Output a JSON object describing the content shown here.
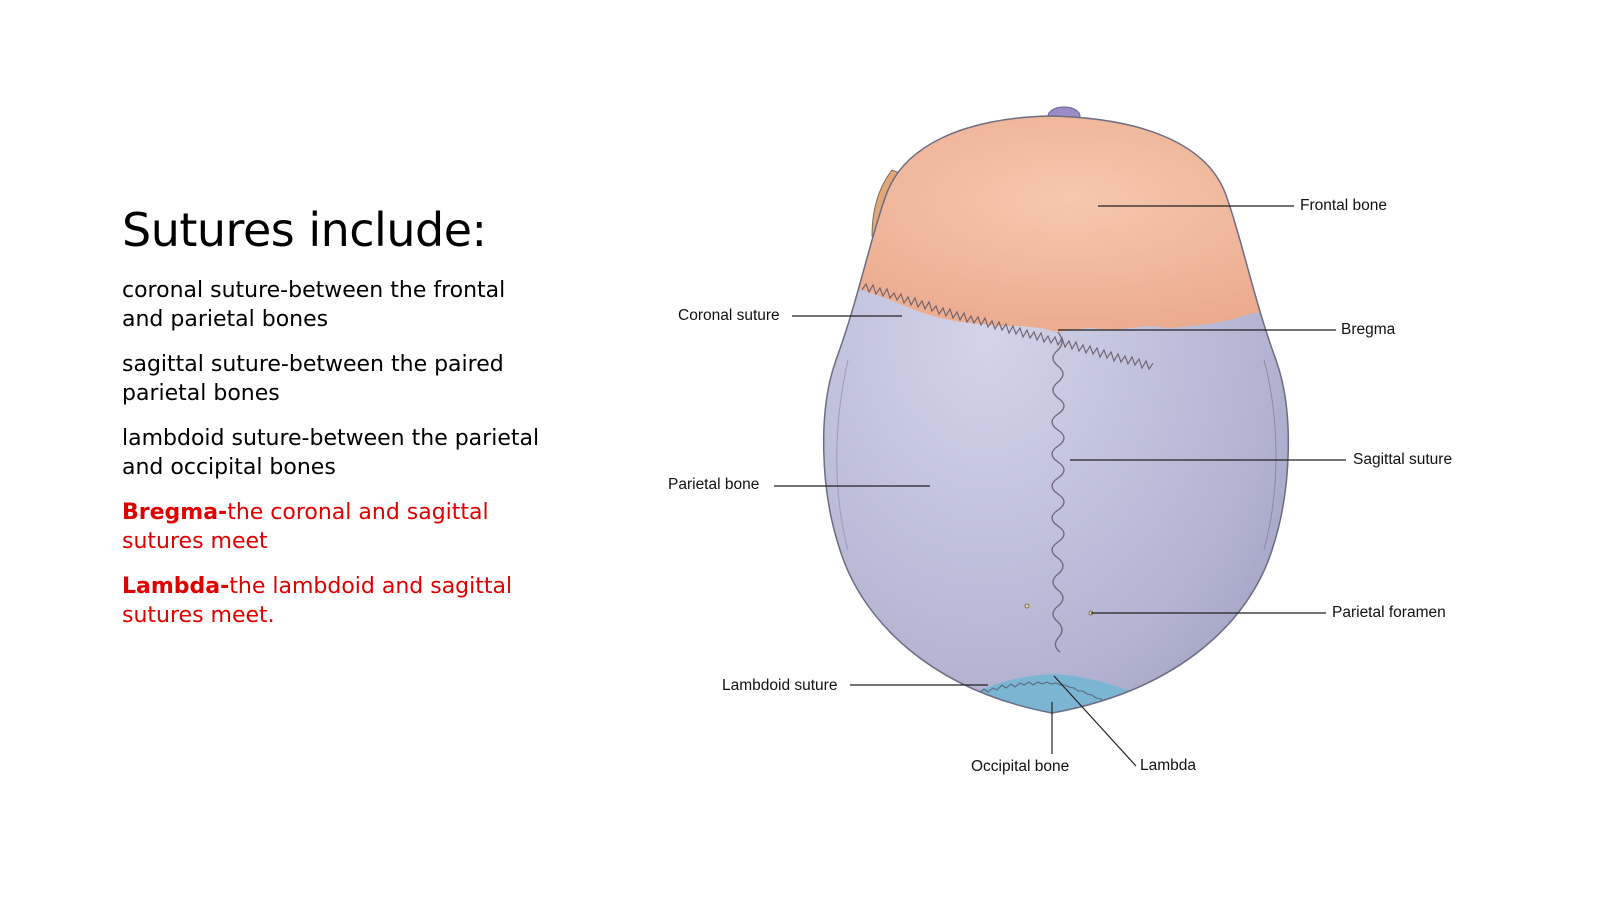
{
  "slide": {
    "title": "Sutures include:",
    "bullets": [
      {
        "term": "",
        "text": "coronal suture-between the frontal and parietal bones",
        "highlight": false
      },
      {
        "term": "",
        "text": "sagittal suture-between the paired parietal bones",
        "highlight": false
      },
      {
        "term": "",
        "text": "lambdoid suture-between the parietal and occipital bones",
        "highlight": false
      },
      {
        "term": "Bregma-",
        "text": "the coronal and sagittal sutures meet",
        "highlight": true
      },
      {
        "term": "Lambda-",
        "text": "the lambdoid and sagittal sutures meet.",
        "highlight": true
      }
    ],
    "highlight_color": "#e00000"
  },
  "diagram": {
    "labels": {
      "frontal_bone": "Frontal bone",
      "coronal_suture": "Coronal suture",
      "bregma": "Bregma",
      "sagittal_suture": "Sagittal suture",
      "parietal_bone": "Parietal bone",
      "parietal_foramen": "Parietal foramen",
      "lambdoid_suture": "Lambdoid suture",
      "occipital_bone": "Occipital bone",
      "lambda": "Lambda"
    },
    "colors": {
      "frontal": "#f0b497",
      "parietal": "#b6b6d4",
      "occipital": "#7ab6d4",
      "outline": "#6c6c84"
    }
  }
}
